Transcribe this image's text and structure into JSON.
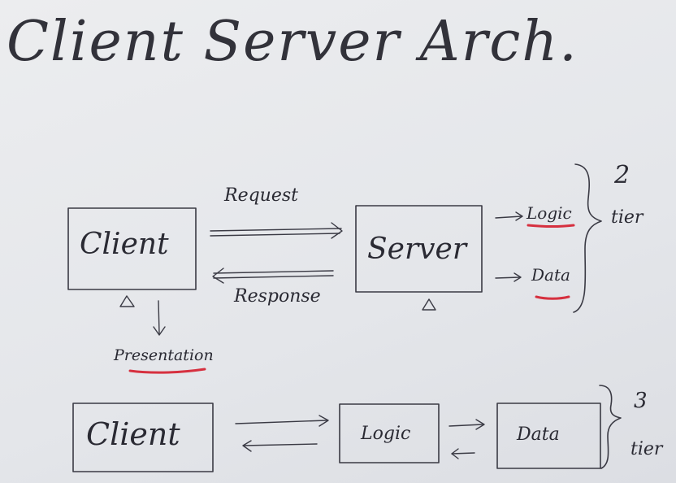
{
  "title": "Client Server Arch.",
  "two_tier": {
    "client": "Client",
    "server": "Server",
    "request": "Request",
    "response": "Response",
    "logic": "Logic",
    "data": "Data",
    "presentation": "Presentation",
    "tier_number": "2",
    "tier_word": "tier"
  },
  "three_tier": {
    "client": "Client",
    "logic": "Logic",
    "data": "Data",
    "tier_number": "3",
    "tier_word": "tier"
  },
  "colors": {
    "ink": "#3a3a44",
    "underline": "#d6303f",
    "board": "#e6e8eb"
  }
}
